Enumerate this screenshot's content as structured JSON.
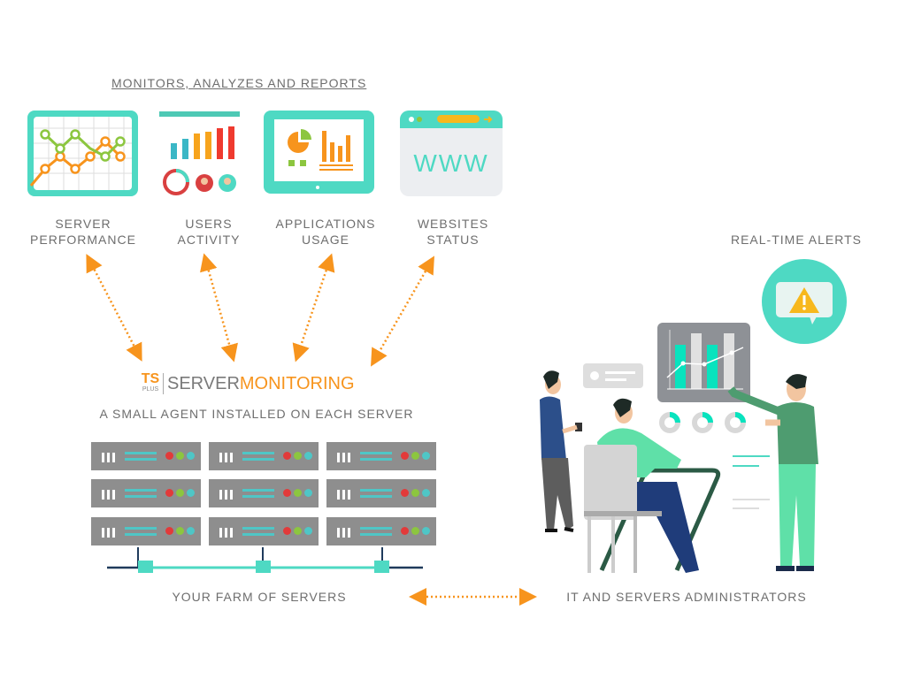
{
  "heading": "MONITORS, ANALYZES AND REPORTS",
  "features": [
    {
      "id": "server-performance",
      "line1": "SERVER",
      "line2": "PERFORMANCE",
      "icon": "line-chart-icon"
    },
    {
      "id": "users-activity",
      "line1": "USERS",
      "line2": "ACTIVITY",
      "icon": "bar-chart-users-icon"
    },
    {
      "id": "applications-usage",
      "line1": "APPLICATIONS",
      "line2": "USAGE",
      "icon": "tablet-pie-chart-icon"
    },
    {
      "id": "websites-status",
      "line1": "WEBSITES",
      "line2": "STATUS",
      "icon": "browser-www-icon"
    }
  ],
  "www_text": "WWW",
  "brand": {
    "ts": "TS",
    "plus": "PLUS",
    "server": "SERVER",
    "monitoring": "MONITORING"
  },
  "agent_caption": "A SMALL AGENT INSTALLED ON EACH SERVER",
  "farm_label": "YOUR FARM OF SERVERS",
  "admins_label": "IT AND SERVERS ADMINISTRATORS",
  "alerts_label": "REAL-TIME ALERTS",
  "colors": {
    "teal": "#4ed9c3",
    "orange": "#f7941d",
    "green": "#8cc63f",
    "red": "#e23a3a",
    "gray": "#8e8e8e",
    "text": "#6e6e6e"
  }
}
